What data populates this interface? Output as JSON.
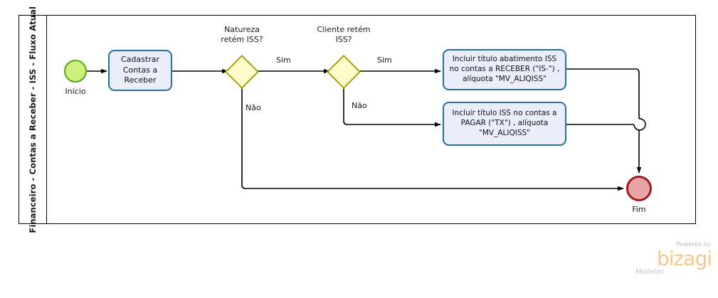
{
  "diagram": {
    "type": "bpmn-process-flow",
    "pool": {
      "lane_title": "Financeiro - Contas a Receber - ISS - Fluxo Atual"
    },
    "events": [
      {
        "id": "start",
        "kind": "start-event",
        "label": "Início"
      },
      {
        "id": "end",
        "kind": "end-event",
        "label": "Fim"
      }
    ],
    "tasks": [
      {
        "id": "task-cadastrar",
        "label": "Cadastrar Contas a Receber"
      },
      {
        "id": "task-receber",
        "label": "Incluir título abatimento ISS no contas a RECEBER (\"IS-\") , alíquota \"MV_ALIQISS\""
      },
      {
        "id": "task-pagar",
        "label": "Incluir título ISS no contas a PAGAR  (\"TX\") , alíquota \"MV_ALIQISS\""
      }
    ],
    "gateways": [
      {
        "id": "gw-natureza",
        "label": "Natureza\nretém ISS?"
      },
      {
        "id": "gw-cliente",
        "label": "Cliente retém\nISS?"
      }
    ],
    "flow_labels": {
      "gw1_yes": "Sim",
      "gw1_no": "Não",
      "gw2_yes": "Sim",
      "gw2_no": "Não"
    },
    "colors": {
      "start_fill": "#cdf07c",
      "start_stroke": "#58a718",
      "end_fill": "#e8a5a5",
      "end_stroke": "#9e1b21",
      "task_fill": "#eaeefa",
      "task_stroke": "#2a6e9e",
      "gateway_fill": "#fcfcca",
      "gateway_stroke": "#a3a312",
      "connector": "#000000"
    }
  },
  "branding": {
    "powered_by": "Powered by",
    "product": "bizagi",
    "edition": "Modeler"
  }
}
